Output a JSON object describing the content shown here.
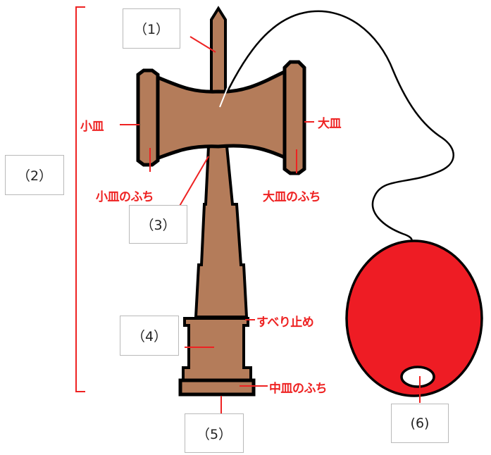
{
  "colors": {
    "wood": "#b47c5a",
    "outline": "#000000",
    "ball": "#ee1c24",
    "accent_red": "#ee2222",
    "box_border": "#b9b9b9"
  },
  "numbered_boxes": [
    "（1）",
    "（2）",
    "（3）",
    "（4）",
    "（5）",
    "(6)"
  ],
  "labels": {
    "small_cup": "小皿",
    "big_cup": "大皿",
    "small_cup_rim": "小皿のふち",
    "big_cup_rim": "大皿のふち",
    "slip_stop": "すべり止め",
    "middle_cup_rim": "中皿のふち"
  }
}
